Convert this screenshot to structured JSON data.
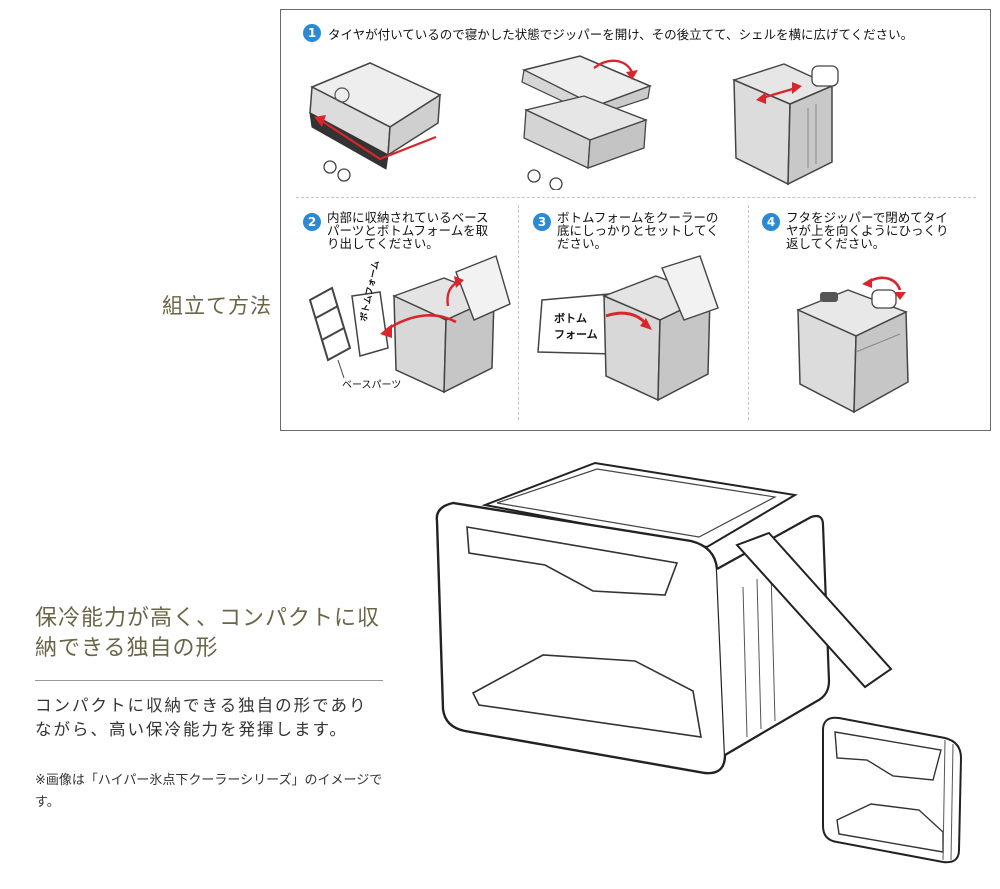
{
  "assembly": {
    "title": "組立て方法",
    "steps": [
      {
        "number": "1",
        "text": "タイヤが付いているので寝かした状態でジッパーを開け、その後立てて、シェルを横に広げてください。"
      },
      {
        "number": "2",
        "text": "内部に収納されているベース\nパーツとボトムフォームを取\nり出してください。"
      },
      {
        "number": "3",
        "text": "ボトムフォームをクーラーの\n底にしっかりとセットしてく\nださい。"
      },
      {
        "number": "4",
        "text": "フタをジッパーで閉めてタイ\nヤが上を向くようにひっくり\n返してください。"
      }
    ],
    "labels": {
      "bottom_foam_vertical": "ボトムフォーム",
      "base_parts": "ベースパーツ",
      "bottom_foam_line1": "ボトム",
      "bottom_foam_line2": "フォーム"
    }
  },
  "feature": {
    "heading": "保冷能力が高く、コンパクトに収納できる独自の形",
    "body": "コンパクトに収納できる独自の形でありながら、高い保冷能力を発揮します。",
    "note": "※画像は「ハイパー氷点下クーラーシリーズ」のイメージです。"
  },
  "colors": {
    "accent_text": "#6b6548",
    "step_badge": "#2b8ad3",
    "arrow": "#d9262c",
    "border": "#6a6a6a"
  },
  "icons": [
    "step-number-badge",
    "red-arrow"
  ]
}
